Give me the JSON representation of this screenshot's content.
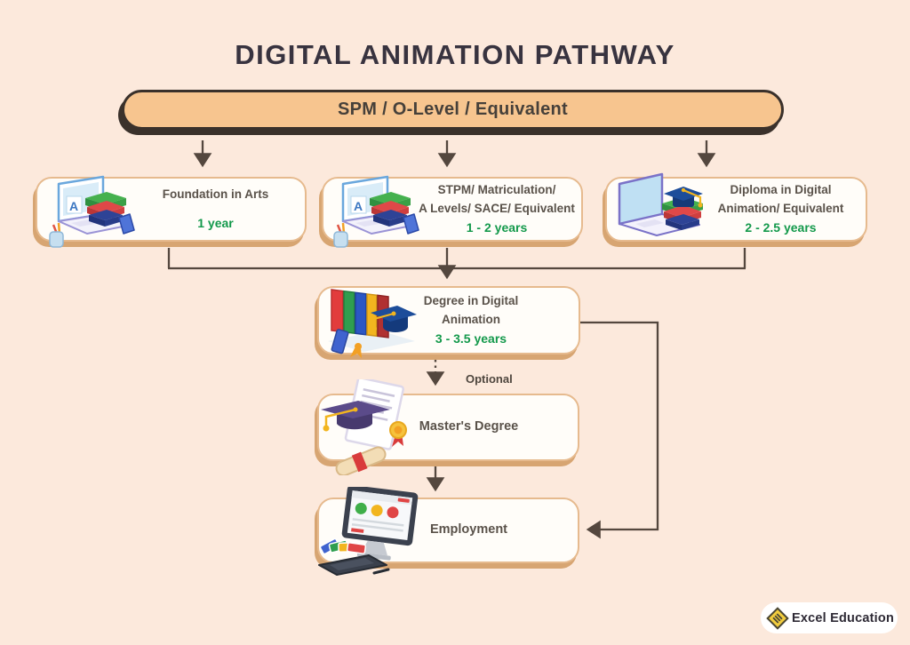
{
  "header": {
    "title": "DIGITAL ANIMATION PATHWAY"
  },
  "root": {
    "label": "SPM / O-Level / Equivalent"
  },
  "level1": [
    {
      "icon": "laptop-books-icon",
      "title_lines": [
        "Foundation in Arts"
      ],
      "duration": "1 year"
    },
    {
      "icon": "laptop-books-icon",
      "title_lines": [
        "STPM/ Matriculation/",
        "A Levels/ SACE/ Equivalent"
      ],
      "duration": "1 - 2 years"
    },
    {
      "icon": "laptop-gradcap-icon",
      "title_lines": [
        "Diploma in Digital",
        "Animation/ Equivalent"
      ],
      "duration": "2 - 2.5 years"
    }
  ],
  "degree": {
    "icon": "books-gradcap-icon",
    "title_lines": [
      "Degree in Digital",
      "Animation"
    ],
    "duration": "3 - 3.5 years"
  },
  "optional": {
    "label": "Optional"
  },
  "masters": {
    "icon": "certificate-gradcap-icon",
    "title": "Master's Degree"
  },
  "employment": {
    "icon": "monitor-design-icon",
    "title": "Employment"
  },
  "logo": {
    "icon": "diamond-logo-icon",
    "text": "Excel Education"
  },
  "colors": {
    "background": "#fce9dc",
    "root_fill": "#f7c58f",
    "outline_dark": "#3a312b",
    "node_border": "#e6ba8e",
    "node_shadow": "#d7a572",
    "duration_green": "#13994b",
    "connector": "#54473e",
    "logo_yellow": "#f2cd3e"
  }
}
